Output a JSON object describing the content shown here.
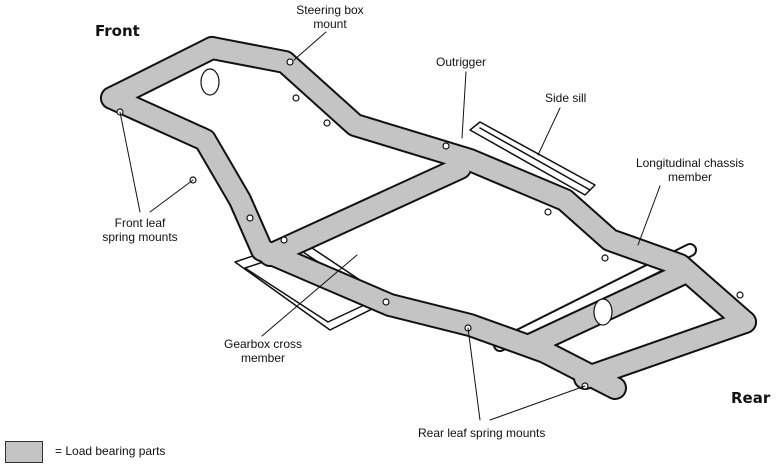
{
  "diagram": {
    "orientation": {
      "front": "Front",
      "rear": "Rear"
    },
    "labels": {
      "steering_box_line1": "Steering box",
      "steering_box_line2": "mount",
      "outrigger": "Outrigger",
      "side_sill": "Side sill",
      "longitudinal_line1": "Longitudinal chassis",
      "longitudinal_line2": "member",
      "front_leaf_line1": "Front leaf",
      "front_leaf_line2": "spring mounts",
      "gearbox_line1": "Gearbox cross",
      "gearbox_line2": "member",
      "rear_leaf": "Rear leaf spring mounts"
    },
    "legend": {
      "label": "= Load bearing parts",
      "color": "#c4c4c4"
    }
  }
}
